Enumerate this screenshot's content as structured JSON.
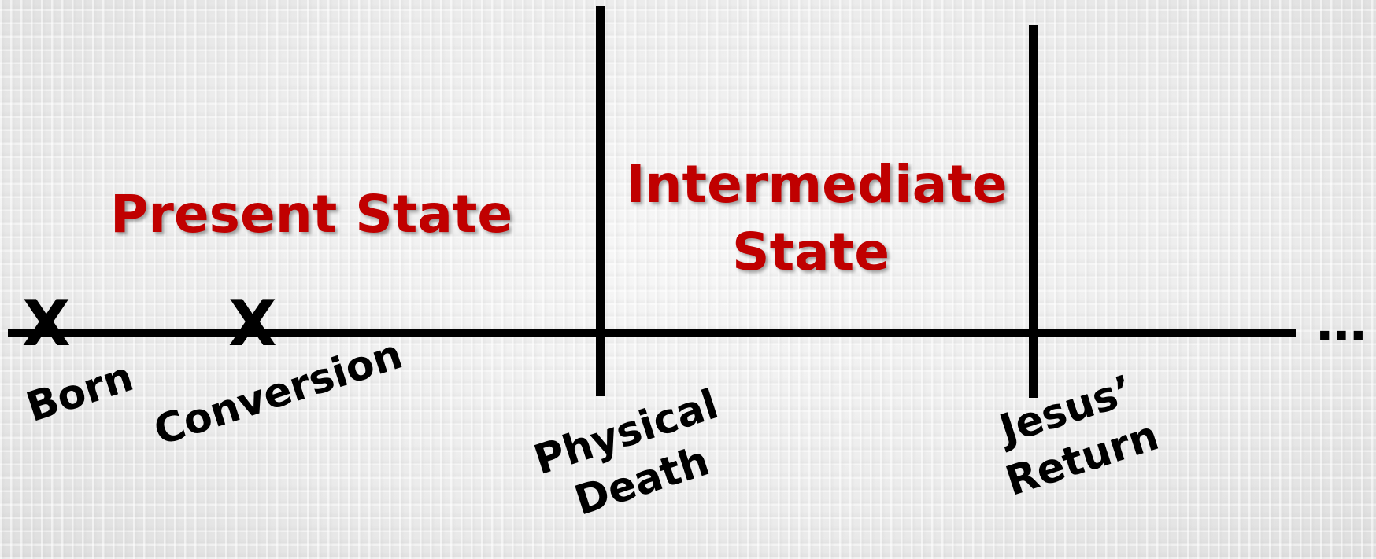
{
  "states": {
    "present": "Present State",
    "intermediate_line1": "Intermediate",
    "intermediate_line2": "State"
  },
  "markers": {
    "born_symbol": "X",
    "conversion_symbol": "X"
  },
  "events": {
    "born": "Born",
    "conversion": "Conversion",
    "physical_death_line1": "Physical",
    "physical_death_line2": "Death",
    "jesus_return_line1": "Jesus’",
    "jesus_return_line2": "Return"
  },
  "continuation": "…",
  "colors": {
    "state_text": "#c00000",
    "lines": "#000000",
    "background": "#e9e9e9"
  }
}
